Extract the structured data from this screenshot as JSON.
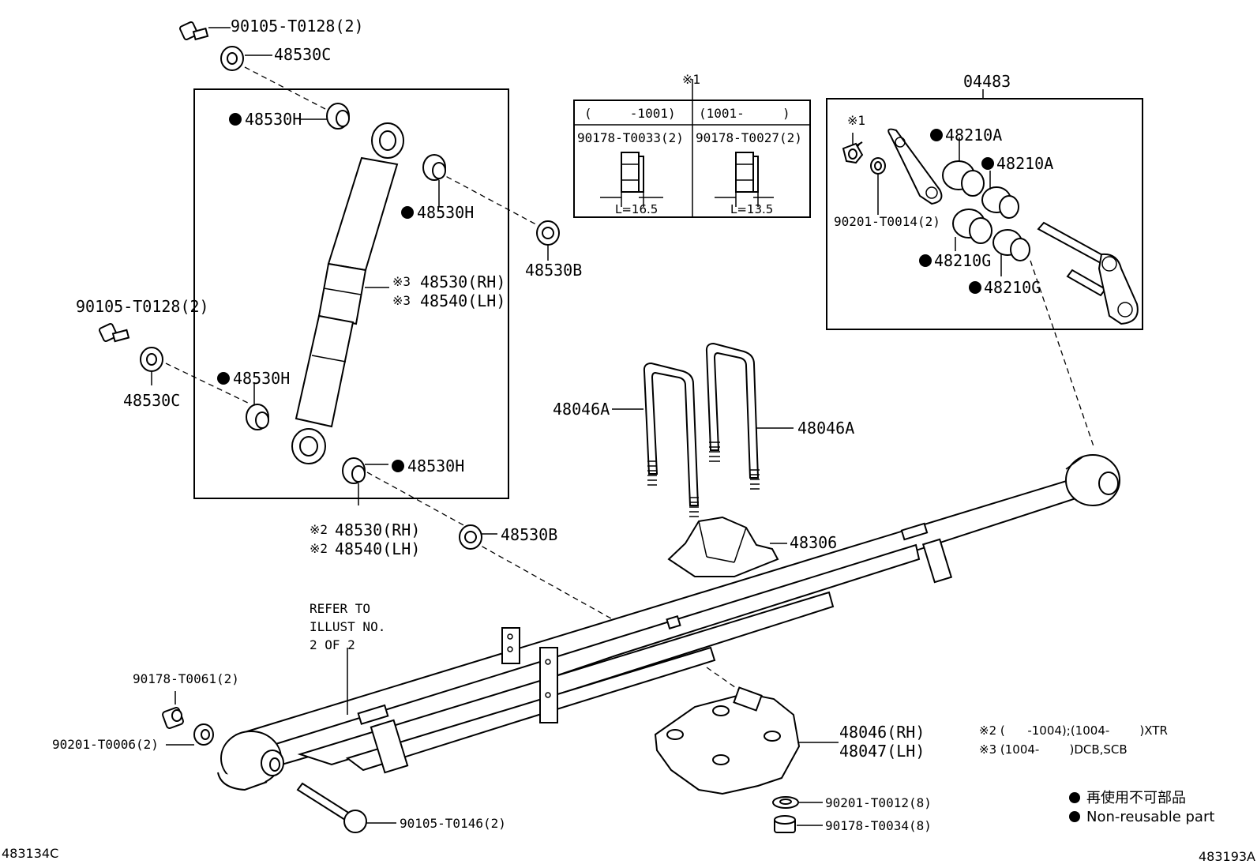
{
  "labels": {
    "bolt_top": "90105-T0128(2)",
    "washer_top": "48530C",
    "bush_h1": "48530H",
    "bush_h2": "48530H",
    "bush_h3": "48530H",
    "bush_h4": "48530H",
    "washer_b1": "48530B",
    "washer_b2": "48530B",
    "shock_rh3": "48530(RH)",
    "shock_lh3": "48540(LH)",
    "shock_rh2": "48530(RH)",
    "shock_lh2": "48540(LH)",
    "bolt_left": "90105-T0128(2)",
    "washer_left": "48530C",
    "ubolt1": "48046A",
    "ubolt2": "48046A",
    "bumper": "48306",
    "kit": "04483",
    "bush_a1": "48210A",
    "bush_a2": "48210A",
    "bush_g1": "48210G",
    "bush_g2": "48210G",
    "kit_nut_mark": "※1",
    "kit_washer": "90201-T0014(2)",
    "refer_1": "REFER TO",
    "refer_2": "ILLUST NO.",
    "refer_3": "2 OF 2",
    "nut_front": "90178-T0061(2)",
    "washer_front": "90201-T0006(2)",
    "bolt_front": "90105-T0146(2)",
    "seat_rh": "48046(RH)",
    "seat_lh": "48047(LH)",
    "washer_seat": "90201-T0012(8)",
    "nut_seat": "90178-T0034(8)",
    "mark1": "※1",
    "mark2": "※2",
    "mark3": "※3"
  },
  "table": {
    "header_left": "(     -1001)",
    "header_right": "(1001-     )",
    "part_left": "90178-T0033(2)",
    "part_right": "90178-T0027(2)",
    "dim_left": "L=16.5",
    "dim_right": "L=13.5"
  },
  "notes": {
    "note2": "※2 (      -1004);(1004-        )XTR",
    "note3": "※3 (1004-        )DCB,SCB"
  },
  "legend": {
    "jp": "再使用不可部品",
    "en": "Non-reusable part"
  },
  "corners": {
    "left": "483134C",
    "right": "483193A"
  }
}
